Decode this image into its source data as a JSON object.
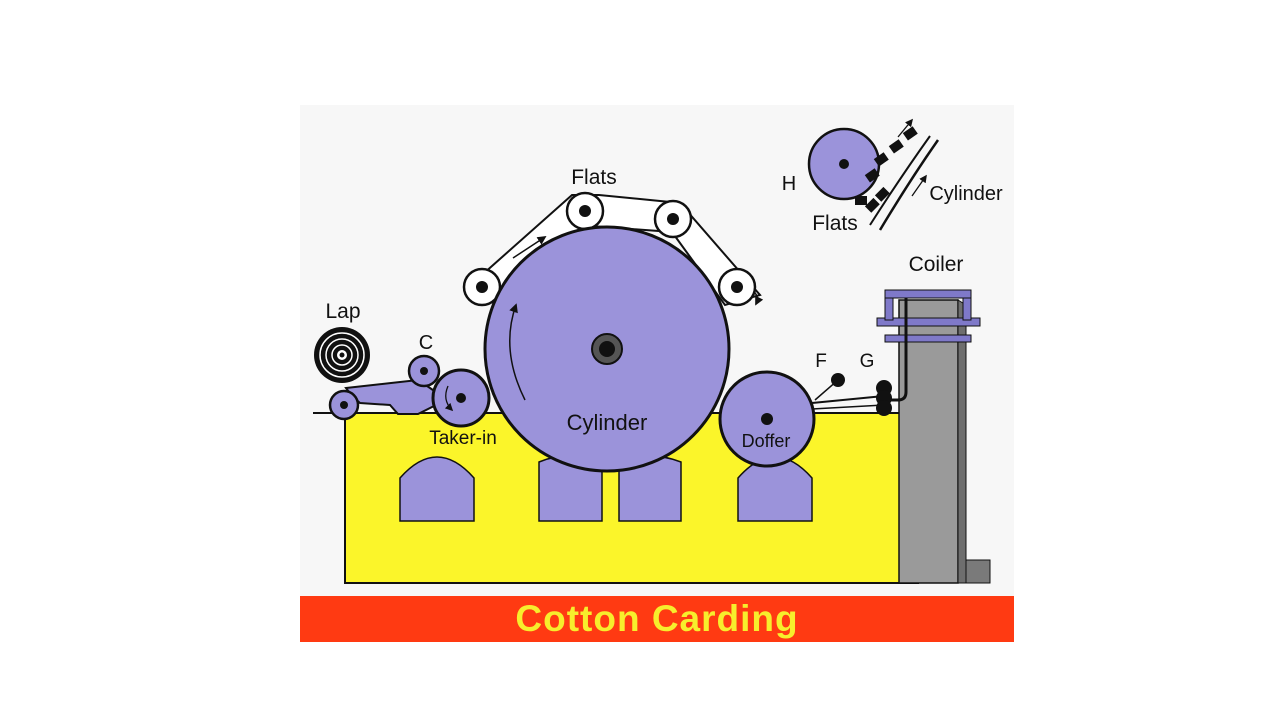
{
  "colors": {
    "machine_body": "#fbf52a",
    "roller": "#9b93da",
    "coiler": "#9a9a9a",
    "coiler_plate": "#7f79c9",
    "banner": "#ff3a12",
    "banner_text": "#f7ee2c",
    "outline": "#111111"
  },
  "labels": {
    "flats": "Flats",
    "lap": "Lap",
    "c": "C",
    "taker_in": "Taker-in",
    "cylinder": "Cylinder",
    "doffer": "Doffer",
    "f": "F",
    "g": "G",
    "coiler": "Coiler",
    "inset_h": "H",
    "inset_flats": "Flats",
    "inset_cylinder": "Cylinder"
  },
  "banner": {
    "title": "Cotton Carding"
  }
}
